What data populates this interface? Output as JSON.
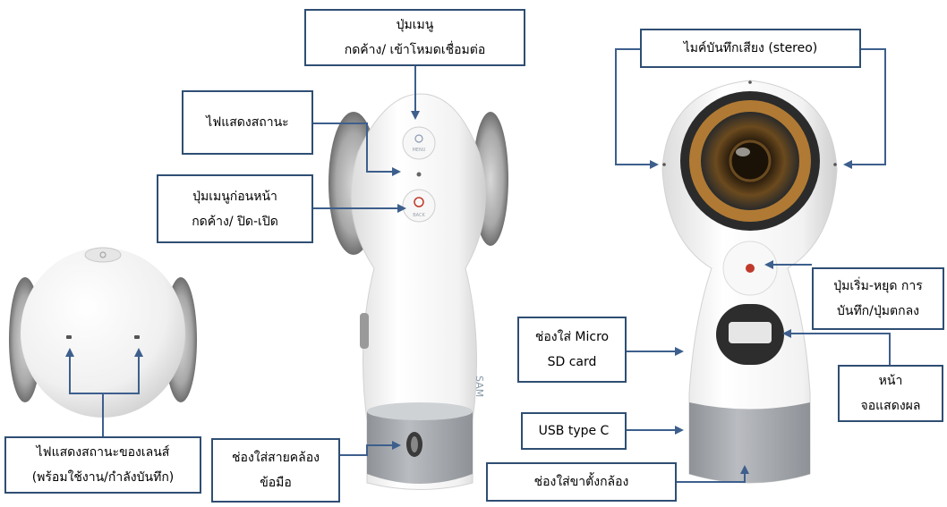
{
  "callouts": {
    "menu_button": {
      "line1": "ปุ่มเมนู",
      "line2": "กดค้าง/ เข้าโหมดเชื่อมต่อ"
    },
    "status_light": {
      "line1": "ไฟแสดงสถานะ"
    },
    "back_button": {
      "line1": "ปุ่มเมนูก่อนหน้า",
      "line2": "กดค้าง/ ปิด-เปิด"
    },
    "lens_status_light": {
      "line1": "ไฟแสดงสถานะของเลนส์",
      "line2": "(พร้อมใช้งาน/กำลังบันทึก)"
    },
    "strap_slot": {
      "line1": "ช่องใส่สายคล้อง",
      "line2": "ข้อมือ"
    },
    "stereo_mic": {
      "line1": "ไมค์บันทึกเสียง (stereo)"
    },
    "record_button": {
      "line1": "ปุ่มเริ่ม-หยุด การ",
      "line2": "บันทึก/ปุ่มตกลง"
    },
    "sd_slot": {
      "line1": "ช่องใส่ Micro",
      "line2": "SD card"
    },
    "display": {
      "line1": "หน้า",
      "line2": "จอแสดงผล"
    },
    "usb_port": {
      "line1": "USB type C"
    },
    "tripod_mount": {
      "line1": "ช่องใส่ขาตั้งกล้อง"
    }
  },
  "device_text": {
    "menu_key": "MENU",
    "back_key": "BACK"
  },
  "colors": {
    "box_border": "#2f4e73",
    "arrow": "#3d5f8d",
    "body": "#f4f4f4",
    "base": "#a9adb2",
    "record_dot": "#c0392b"
  }
}
